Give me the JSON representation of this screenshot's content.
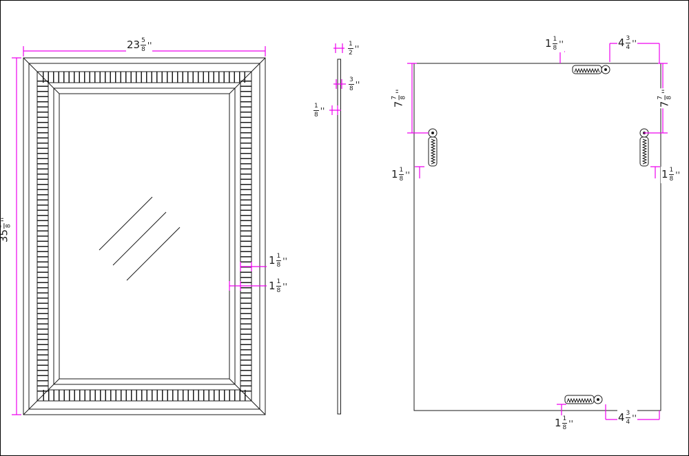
{
  "colors": {
    "background": "#ffffff",
    "linework": "#1a1a1a",
    "dimension": "#ee00ee"
  },
  "dims": {
    "front_width": {
      "whole": "23",
      "num": "5",
      "den": "8",
      "unit": "''"
    },
    "front_height": {
      "whole": "35",
      "num": "3",
      "den": "8",
      "unit": "''"
    },
    "front_band_a": {
      "whole": "1",
      "num": "1",
      "den": "8",
      "unit": "''"
    },
    "front_band_b": {
      "whole": "1",
      "num": "1",
      "den": "8",
      "unit": "''"
    },
    "side_a": {
      "whole": "",
      "num": "1",
      "den": "2",
      "unit": "''"
    },
    "side_b": {
      "whole": "",
      "num": "3",
      "den": "8",
      "unit": "''"
    },
    "side_c": {
      "whole": "",
      "num": "1",
      "den": "8",
      "unit": "''"
    },
    "back_top_left": {
      "whole": "1",
      "num": "1",
      "den": "8",
      "unit": "''"
    },
    "back_top_right": {
      "whole": "4",
      "num": "3",
      "den": "4",
      "unit": "''"
    },
    "back_left_drop": {
      "whole": "7",
      "num": "7",
      "den": "8",
      "unit": "''"
    },
    "back_right_drop": {
      "whole": "7",
      "num": "7",
      "den": "8",
      "unit": "''"
    },
    "back_left_offset": {
      "whole": "1",
      "num": "1",
      "den": "8",
      "unit": "''"
    },
    "back_right_offset": {
      "whole": "1",
      "num": "1",
      "den": "8",
      "unit": "''"
    },
    "back_bottom_left": {
      "whole": "1",
      "num": "1",
      "den": "8",
      "unit": "''"
    },
    "back_bottom_right": {
      "whole": "4",
      "num": "3",
      "den": "4",
      "unit": "''"
    }
  }
}
